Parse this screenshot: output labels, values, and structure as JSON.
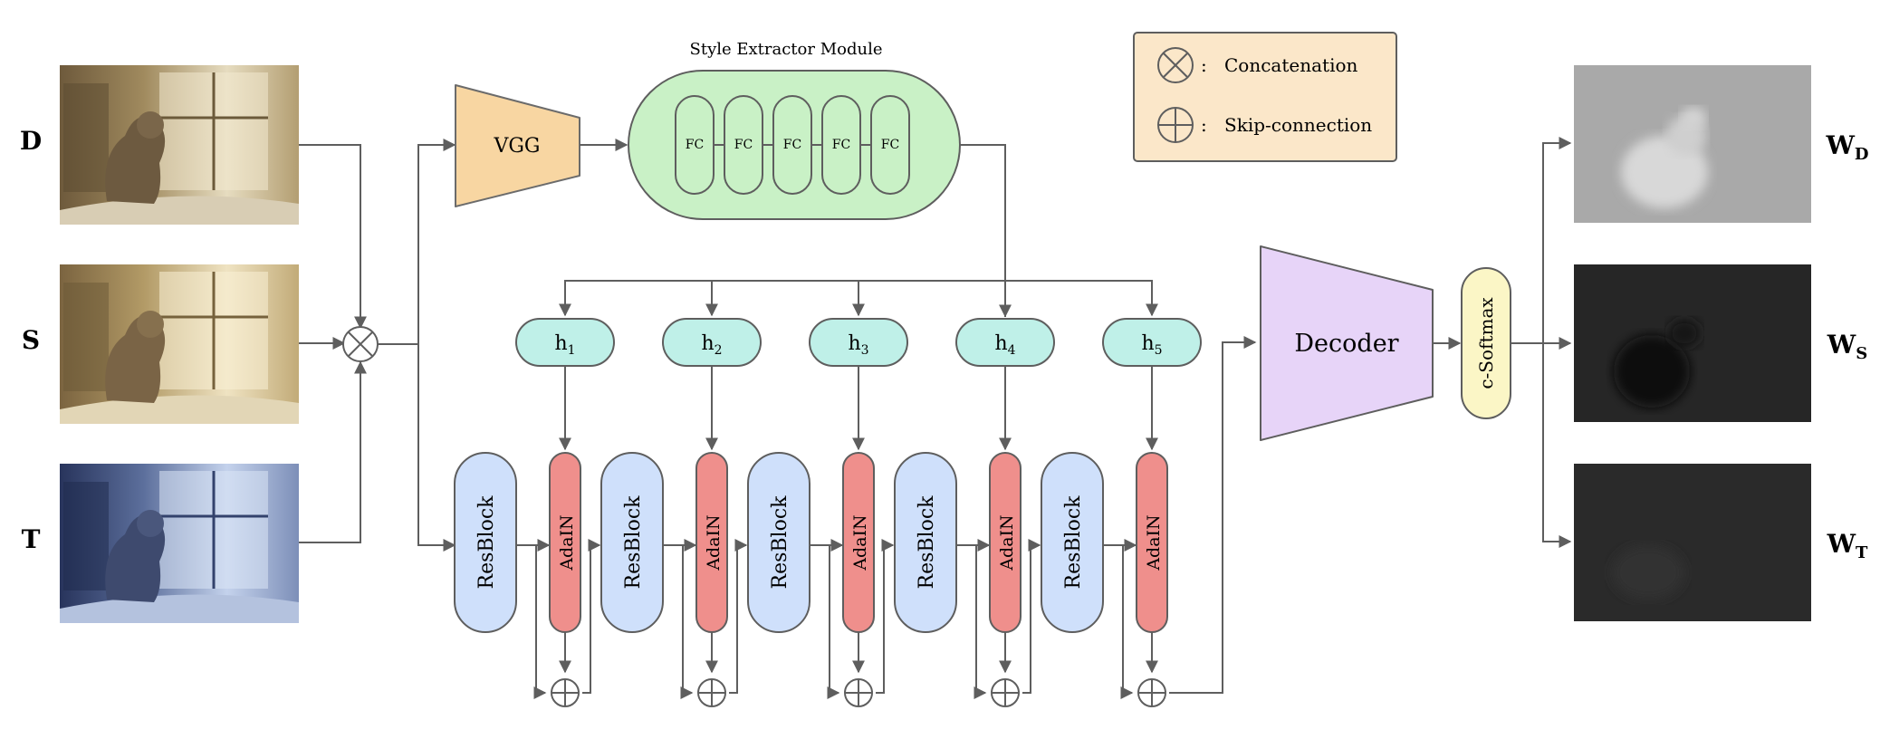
{
  "inputs": {
    "d_label": "D",
    "s_label": "S",
    "t_label": "T"
  },
  "vgg": {
    "label": "VGG"
  },
  "style_extractor": {
    "title": "Style Extractor Module",
    "fc_labels": [
      "FC",
      "FC",
      "FC",
      "FC",
      "FC"
    ]
  },
  "legend": {
    "concat_label": "Concatenation",
    "skip_label": "Skip-connection",
    "separator": ":"
  },
  "heads": [
    {
      "base": "h",
      "sub": "1"
    },
    {
      "base": "h",
      "sub": "2"
    },
    {
      "base": "h",
      "sub": "3"
    },
    {
      "base": "h",
      "sub": "4"
    },
    {
      "base": "h",
      "sub": "5"
    }
  ],
  "stages": [
    {
      "resblock": "ResBlock",
      "adain": "AdaIN"
    },
    {
      "resblock": "ResBlock",
      "adain": "AdaIN"
    },
    {
      "resblock": "ResBlock",
      "adain": "AdaIN"
    },
    {
      "resblock": "ResBlock",
      "adain": "AdaIN"
    },
    {
      "resblock": "ResBlock",
      "adain": "AdaIN"
    }
  ],
  "decoder": {
    "label": "Decoder"
  },
  "softmax": {
    "label": "c-Softmax"
  },
  "outputs": [
    {
      "base": "W",
      "sub": "D"
    },
    {
      "base": "W",
      "sub": "S"
    },
    {
      "base": "W",
      "sub": "T"
    }
  ],
  "colors": {
    "vgg_fill": "#f8d6a2",
    "vgg_stroke": "#6b6b6b",
    "extractor_fill": "#c9f1c6",
    "head_fill": "#bff0e8",
    "resblock_fill": "#cfe0fb",
    "adain_fill": "#ef8f8c",
    "decoder_fill": "#e7d4f8",
    "softmax_fill": "#fbf6c6",
    "legend_fill": "#fbe7c9",
    "line": "#5e5e5e"
  }
}
